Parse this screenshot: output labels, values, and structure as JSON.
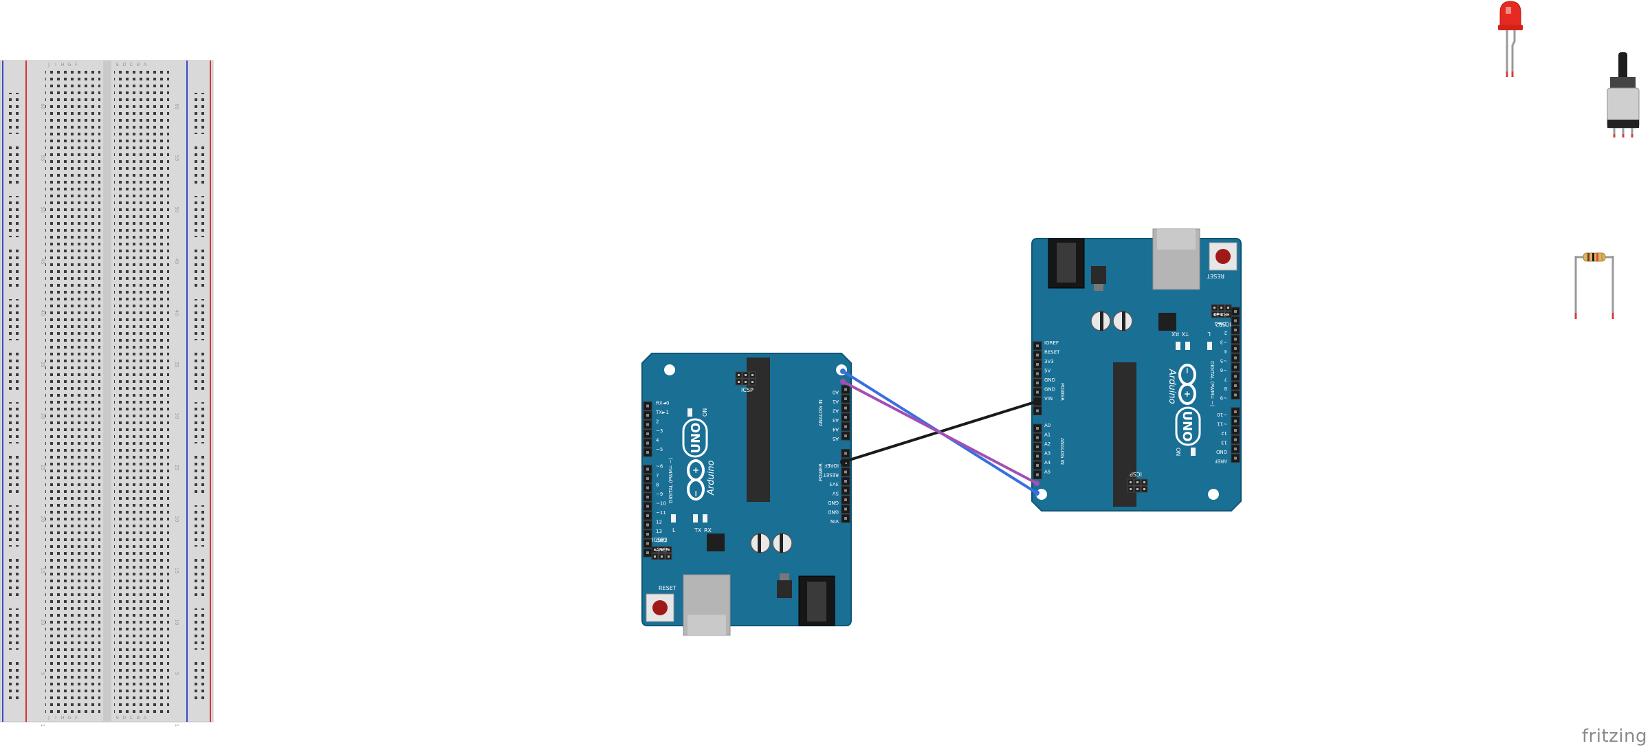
{
  "app": {
    "name": "Fritzing",
    "view": "Breadboard View",
    "watermark": "fritzing"
  },
  "colors": {
    "board": "#1a6f95",
    "board_edge": "#0f5674",
    "wire_black": "#1a1a1a",
    "wire_blue": "#3a6fe0",
    "wire_purple": "#a24fb4",
    "led_red": "#e62a22",
    "breadboard": "#d9d9d9",
    "rail_red": "#d83333",
    "rail_blue": "#3b49c9"
  },
  "breadboard": {
    "name": "full+ breadboard",
    "column_letters": [
      "J",
      "I",
      "H",
      "G",
      "F",
      "E",
      "D",
      "C",
      "B",
      "A"
    ],
    "row_labels": [
      "60",
      "55",
      "50",
      "45",
      "40",
      "35",
      "30",
      "25",
      "20",
      "15",
      "10",
      "5",
      "1"
    ]
  },
  "arduinos": [
    {
      "id": "arduino-uno-1",
      "model": "UNO",
      "brand": "Arduino",
      "on_label": "ON",
      "icsp_label": "ICSP",
      "icsp2_label": "ICSP2",
      "reset_label": "RESET",
      "tx_label": "TX",
      "rx_label": "RX",
      "l_label": "L",
      "digital_title": "DIGITAL (PWM= ~)",
      "analog_title": "ANALOG IN",
      "power_title": "POWER",
      "digital_pins": [
        "RX◄0",
        "TX►1",
        "2",
        "~3",
        "4",
        "~5",
        "~6",
        "7",
        "8",
        "~9",
        "~10",
        "~11",
        "12",
        "13",
        "GND",
        "AREF"
      ],
      "analog_pins": [
        "A5",
        "A4",
        "A3",
        "A2",
        "A1",
        "A0"
      ],
      "power_pins": [
        "VIN",
        "GND",
        "GND",
        "5V",
        "3V3",
        "RESET",
        "IOREF"
      ]
    },
    {
      "id": "arduino-uno-2",
      "model": "UNO",
      "brand": "Arduino",
      "on_label": "ON",
      "icsp_label": "ICSP",
      "icsp2_label": "ICSP2",
      "reset_label": "RESET",
      "tx_label": "TX",
      "rx_label": "RX",
      "l_label": "L",
      "digital_title": "DIGITAL (PWM= ~)",
      "analog_title": "ANALOG IN",
      "power_title": "POWER",
      "digital_pins": [
        "AREF",
        "GND",
        "13",
        "12",
        "~11",
        "~10",
        "~9",
        "8",
        "7",
        "~6",
        "~5",
        "4",
        "~3",
        "2",
        "TX►1",
        "RX◄0"
      ],
      "analog_pins": [
        "A0",
        "A1",
        "A2",
        "A3",
        "A4",
        "A5"
      ],
      "power_pins": [
        "IOREF",
        "RESET",
        "3V3",
        "5V",
        "GND",
        "GND",
        "VIN"
      ]
    }
  ],
  "components": {
    "led": "Red LED",
    "potentiometer": "Rotary Potentiometer",
    "resistor": "Resistor"
  },
  "wires": [
    {
      "from": "arduino-uno-1 GND",
      "to": "arduino-uno-2 GND",
      "color": "black"
    },
    {
      "from": "arduino-uno-1 A5",
      "to": "arduino-uno-2 A5",
      "color": "blue"
    },
    {
      "from": "arduino-uno-1 A4",
      "to": "arduino-uno-2 A4",
      "color": "purple"
    }
  ]
}
